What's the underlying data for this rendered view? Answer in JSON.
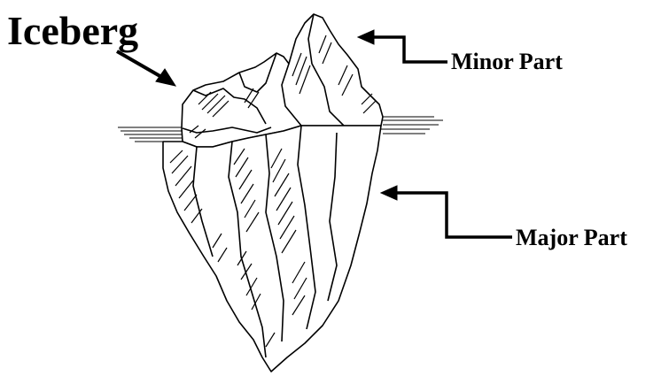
{
  "diagram": {
    "title": "Iceberg",
    "labels": {
      "minor": "Minor Part",
      "major": "Major Part"
    }
  },
  "colors": {
    "ink": "#000000",
    "background": "#ffffff"
  }
}
